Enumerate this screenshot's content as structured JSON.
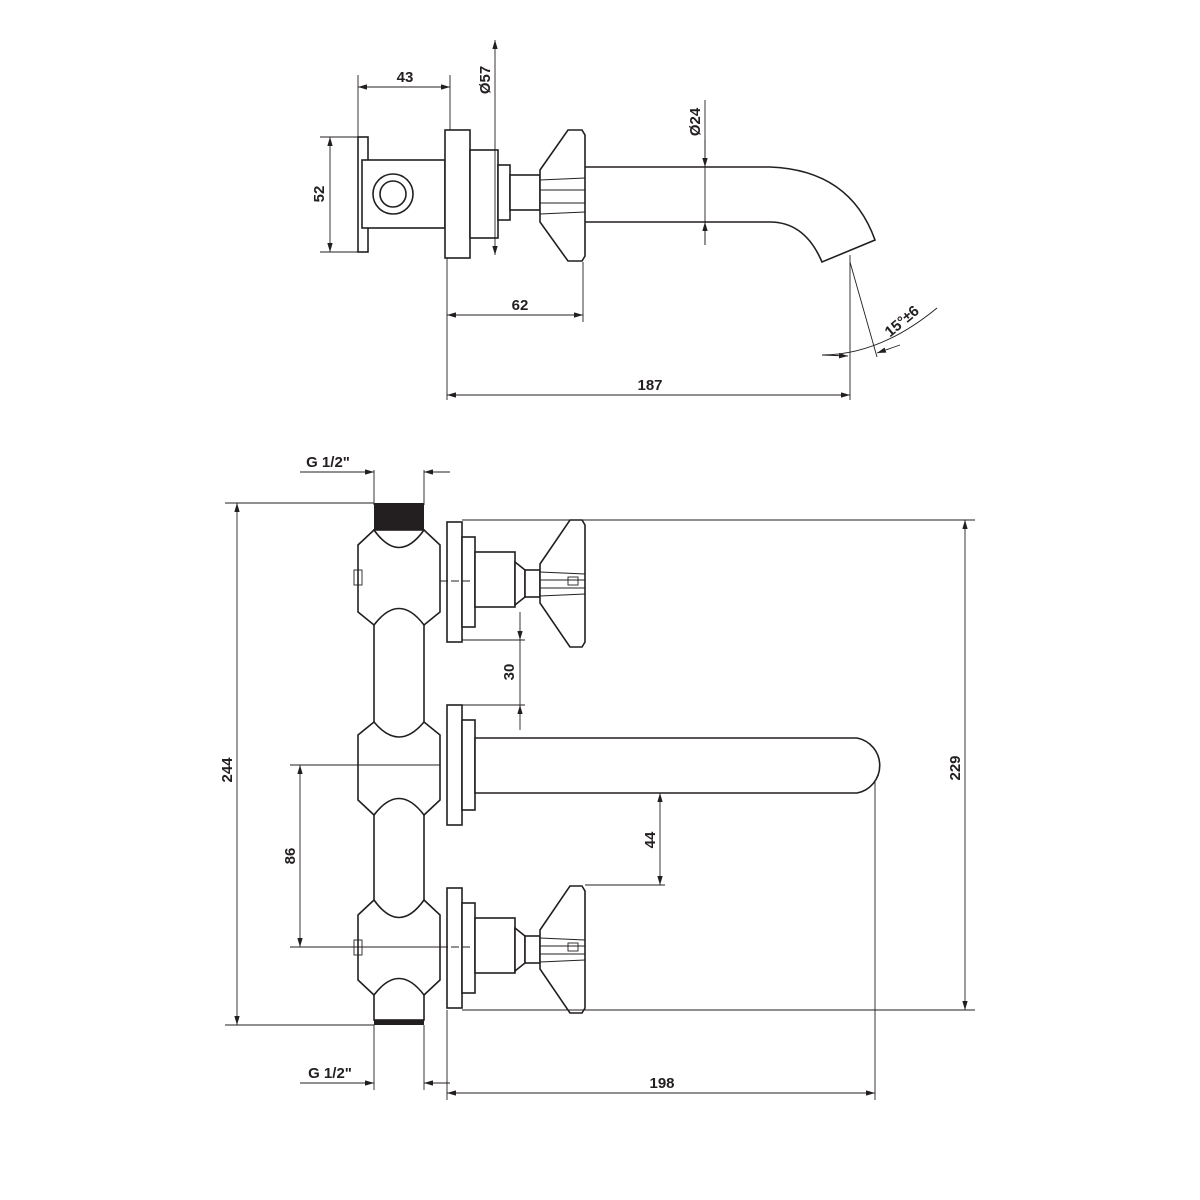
{
  "top_view": {
    "dim_width_body": "43",
    "dim_diameter_flange": "Ø57",
    "dim_diameter_spout": "Ø24",
    "dim_height_body": "52",
    "dim_handle_offset": "62",
    "dim_spout_projection": "187",
    "dim_angle": "15°±6"
  },
  "front_view": {
    "dim_thread_top": "G 1/2\"",
    "dim_thread_bottom": "G 1/2\"",
    "dim_total_height": "244",
    "dim_gap": "30",
    "dim_spout_to_valve": "86",
    "dim_spout_clearance": "44",
    "dim_handle_span": "229",
    "dim_spout_projection": "198"
  }
}
